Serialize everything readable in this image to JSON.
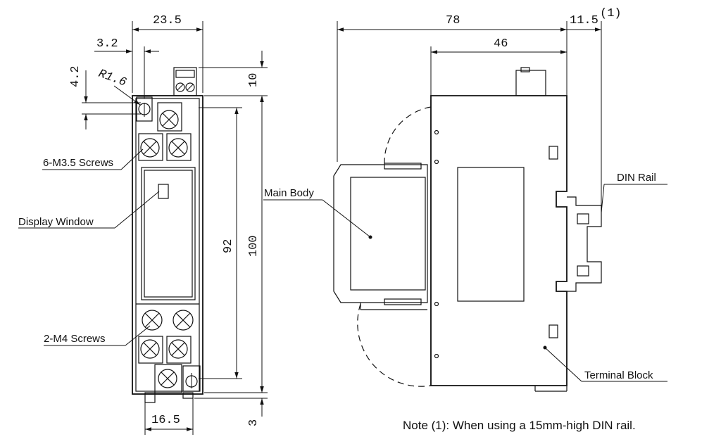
{
  "dimensions": {
    "width_total": "23.5",
    "hole_offset": "3.2",
    "hole_drop": "4.2",
    "radius": "R1.6",
    "terminal_top": "10",
    "body_height_inner": "92",
    "body_height_total": "100",
    "bottom_gap": "3",
    "bottom_width": "16.5",
    "depth_total": "78",
    "depth_body": "46",
    "rail_extra": "11.5",
    "rail_note_ref": "(1)"
  },
  "labels": {
    "screws_top": "6-M3.5 Screws",
    "display_window": "Display Window",
    "screws_bottom": "2-M4 Screws",
    "main_body": "Main Body",
    "din_rail": "DIN Rail",
    "terminal_block": "Terminal Block"
  },
  "note": "Note (1): When using a 15mm-high DIN rail."
}
